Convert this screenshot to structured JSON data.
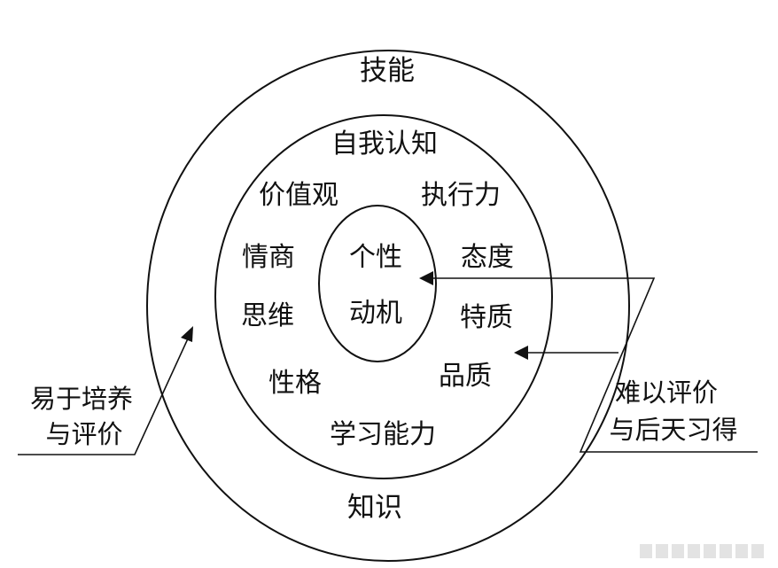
{
  "outer_ring": {
    "top_label": "技能",
    "bottom_label": "知识"
  },
  "middle_ring": {
    "items": [
      "自我认知",
      "价值观",
      "执行力",
      "情商",
      "态度",
      "思维",
      "特质",
      "性格",
      "品质",
      "学习能力"
    ]
  },
  "inner_ring": {
    "line1": "个性",
    "line2": "动机"
  },
  "left_note": {
    "line1": "易于培养",
    "line2": "与评价"
  },
  "right_note": {
    "line1": "难以评价",
    "line2": "与后天习得"
  }
}
